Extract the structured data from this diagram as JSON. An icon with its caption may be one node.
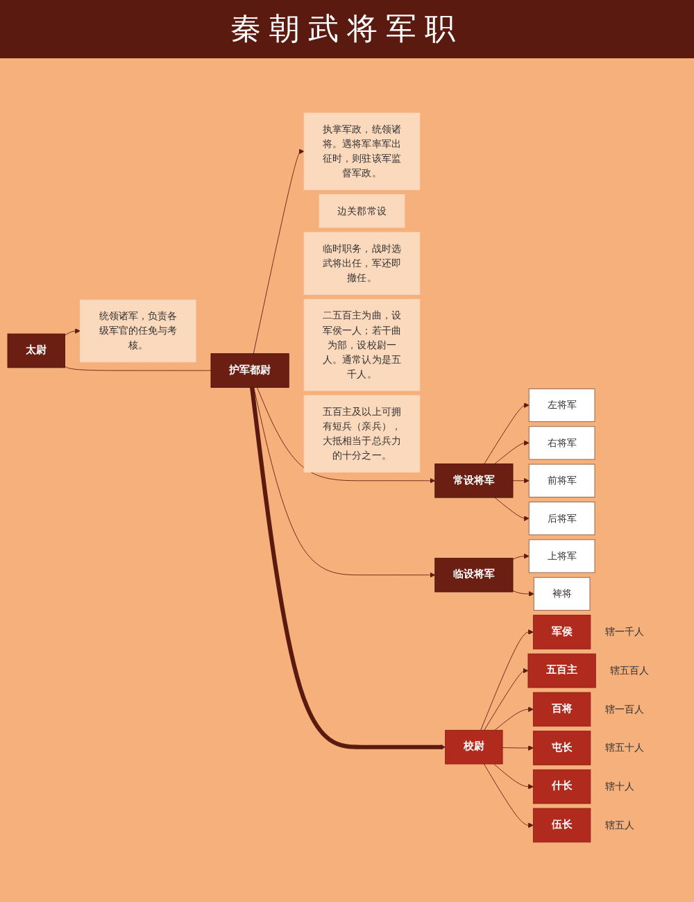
{
  "diagram": {
    "title": "秦朝武将军职",
    "nodes": [
      {
        "text": [
          "太尉"
        ]
      },
      {
        "text": [
          "统领诸军，负责各级军官的任免与考核。"
        ]
      },
      {
        "text": [
          "护军都尉"
        ]
      },
      {
        "text": [
          "执掌军政，统领诸将。遇将军率军出征时，则驻该军监督军政。"
        ]
      },
      {
        "text": [
          "常设将军"
        ]
      },
      {
        "text": [
          "左将军"
        ]
      },
      {
        "text": [
          "右将军"
        ]
      },
      {
        "text": [
          "前将军"
        ]
      },
      {
        "text": [
          "后将军"
        ]
      },
      {
        "text": [
          "边关郡常设"
        ]
      },
      {
        "text": [
          "临设将军"
        ]
      },
      {
        "text": [
          "临时职务，战时选武将出任，军还即撤任。"
        ]
      },
      {
        "text": [
          "上将军"
        ]
      },
      {
        "text": [
          "裨将"
        ]
      },
      {
        "text": [
          "校尉"
        ]
      },
      {
        "text": [
          "二五百主为曲，设军侯一人；若干曲为部，设校尉一人。通常认为是五千人。"
        ]
      },
      {
        "text": [
          "五百主及以上可拥有短兵（亲兵），大抵相当于总兵力的十分之一。"
        ]
      },
      {
        "text": [
          "军侯"
        ],
        "beside": [
          "辖一千人"
        ]
      },
      {
        "text": [
          "五百主"
        ],
        "beside": [
          "辖五百人"
        ]
      },
      {
        "text": [
          "百将"
        ],
        "beside": [
          "辖一百人"
        ]
      },
      {
        "text": [
          "屯长"
        ],
        "beside": [
          "辖五十人"
        ]
      },
      {
        "text": [
          "什长"
        ],
        "beside": [
          "辖十人"
        ]
      },
      {
        "text": [
          "伍长"
        ],
        "beside": [
          "辖五人"
        ]
      }
    ],
    "edges": [
      {
        "from": 0,
        "to": 2,
        "arrow": "none"
      },
      {
        "from": 0,
        "to": 1,
        "arrow": "to"
      },
      {
        "from": 2,
        "to": 3,
        "arrow": "to"
      },
      {
        "from": 2,
        "to": 4,
        "arrow": "to"
      },
      {
        "from": 2,
        "to": 10,
        "arrow": "to"
      },
      {
        "from": 4,
        "to": 5,
        "arrow": "to"
      },
      {
        "from": 4,
        "to": 6,
        "arrow": "to"
      },
      {
        "from": 4,
        "to": 7,
        "arrow": "to"
      },
      {
        "from": 4,
        "to": 8,
        "arrow": "to"
      },
      {
        "from": 10,
        "to": 12,
        "arrow": "to"
      },
      {
        "from": 10,
        "to": 13,
        "arrow": "to"
      },
      {
        "from": 2,
        "to": 14,
        "arrow": "to",
        "style": "thick"
      },
      {
        "from": 14,
        "to": 17,
        "arrow": "to"
      },
      {
        "from": 14,
        "to": 18,
        "arrow": "to"
      },
      {
        "from": 14,
        "to": 19,
        "arrow": "to"
      },
      {
        "from": 14,
        "to": 20,
        "arrow": "to"
      },
      {
        "from": 14,
        "to": 21,
        "arrow": "to"
      },
      {
        "from": 14,
        "to": 22,
        "arrow": "to"
      }
    ]
  }
}
